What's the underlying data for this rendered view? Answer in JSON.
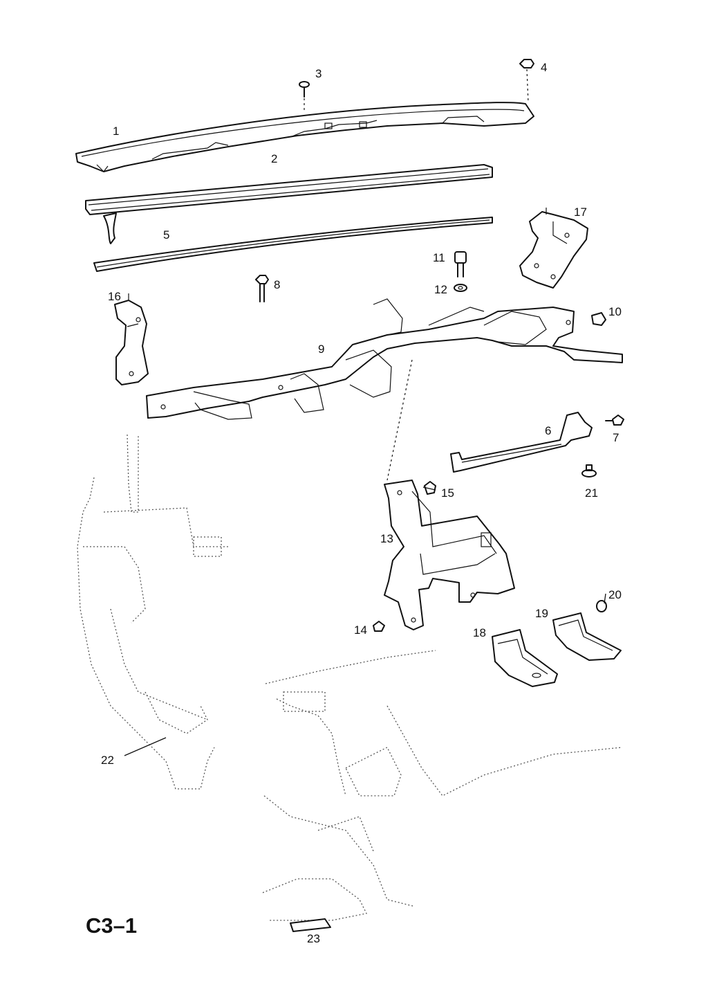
{
  "diagram": {
    "code": "C3–1",
    "callouts": [
      "1",
      "2",
      "3",
      "4",
      "5",
      "6",
      "7",
      "8",
      "9",
      "10",
      "11",
      "12",
      "13",
      "14",
      "15",
      "16",
      "17",
      "18",
      "19",
      "20",
      "21",
      "22",
      "23"
    ]
  }
}
